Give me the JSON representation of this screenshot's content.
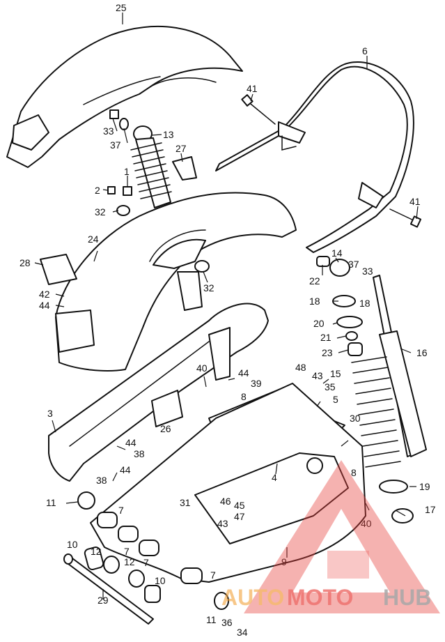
{
  "callouts": {
    "c25": "25",
    "c6": "6",
    "c41a": "41",
    "c33a": "33",
    "c37a": "37",
    "c13": "13",
    "c27": "27",
    "c1": "1",
    "c2": "2",
    "c32a": "32",
    "c41b": "41",
    "c24": "24",
    "c28": "28",
    "c42": "42",
    "c44a": "44",
    "c32b": "32",
    "c14": "14",
    "c22": "22",
    "c37b": "37",
    "c33b": "33",
    "c18a": "18",
    "c18b": "18",
    "c20": "20",
    "c21": "21",
    "c23": "23",
    "c16": "16",
    "c40a": "40",
    "c44b": "44",
    "c39": "39",
    "c48": "48",
    "c43a": "43",
    "c35": "35",
    "c5": "5",
    "c15": "15",
    "c8a": "8",
    "c3": "3",
    "c26": "26",
    "c30": "30",
    "c44c": "44",
    "c38a": "38",
    "c44d": "44",
    "c38b": "38",
    "c4": "4",
    "c8b": "8",
    "c11a": "11",
    "c7a": "7",
    "c31": "31",
    "c46": "46",
    "c45": "45",
    "c43b": "43",
    "c47": "47",
    "c19": "19",
    "c17": "17",
    "c40b": "40",
    "c10a": "10",
    "c12a": "12",
    "c7b": "7",
    "c12b": "12",
    "c7c": "7",
    "c7d": "7",
    "c10b": "10",
    "c9": "9",
    "c29": "29",
    "c11b": "11",
    "c36": "36",
    "c34": "34"
  },
  "watermark": {
    "brand_a": "AUTO",
    "brand_b": "MOTO",
    "brand_c": "HUB"
  },
  "colors": {
    "line": "#111111",
    "watermark_red": "#e8433f",
    "watermark_orange": "#f2a23a",
    "watermark_gray": "#8a8a8a"
  }
}
